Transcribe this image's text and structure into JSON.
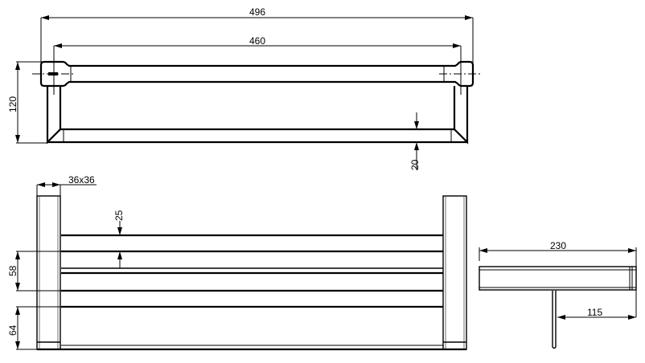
{
  "drawing": {
    "subject": "Towel shelf with rails",
    "line_color": "#000000",
    "background": "#ffffff",
    "views": {
      "top": {
        "dimensions": {
          "overall_width": "496",
          "center_distance": "460",
          "depth": "120",
          "rail_thickness": "20"
        }
      },
      "front": {
        "dimensions": {
          "post_section": "36x36",
          "rail_gap": "25",
          "upper_height": "58",
          "lower_height": "64"
        }
      },
      "side": {
        "dimensions": {
          "overall_depth": "230",
          "mount_offset": "115"
        }
      }
    }
  }
}
